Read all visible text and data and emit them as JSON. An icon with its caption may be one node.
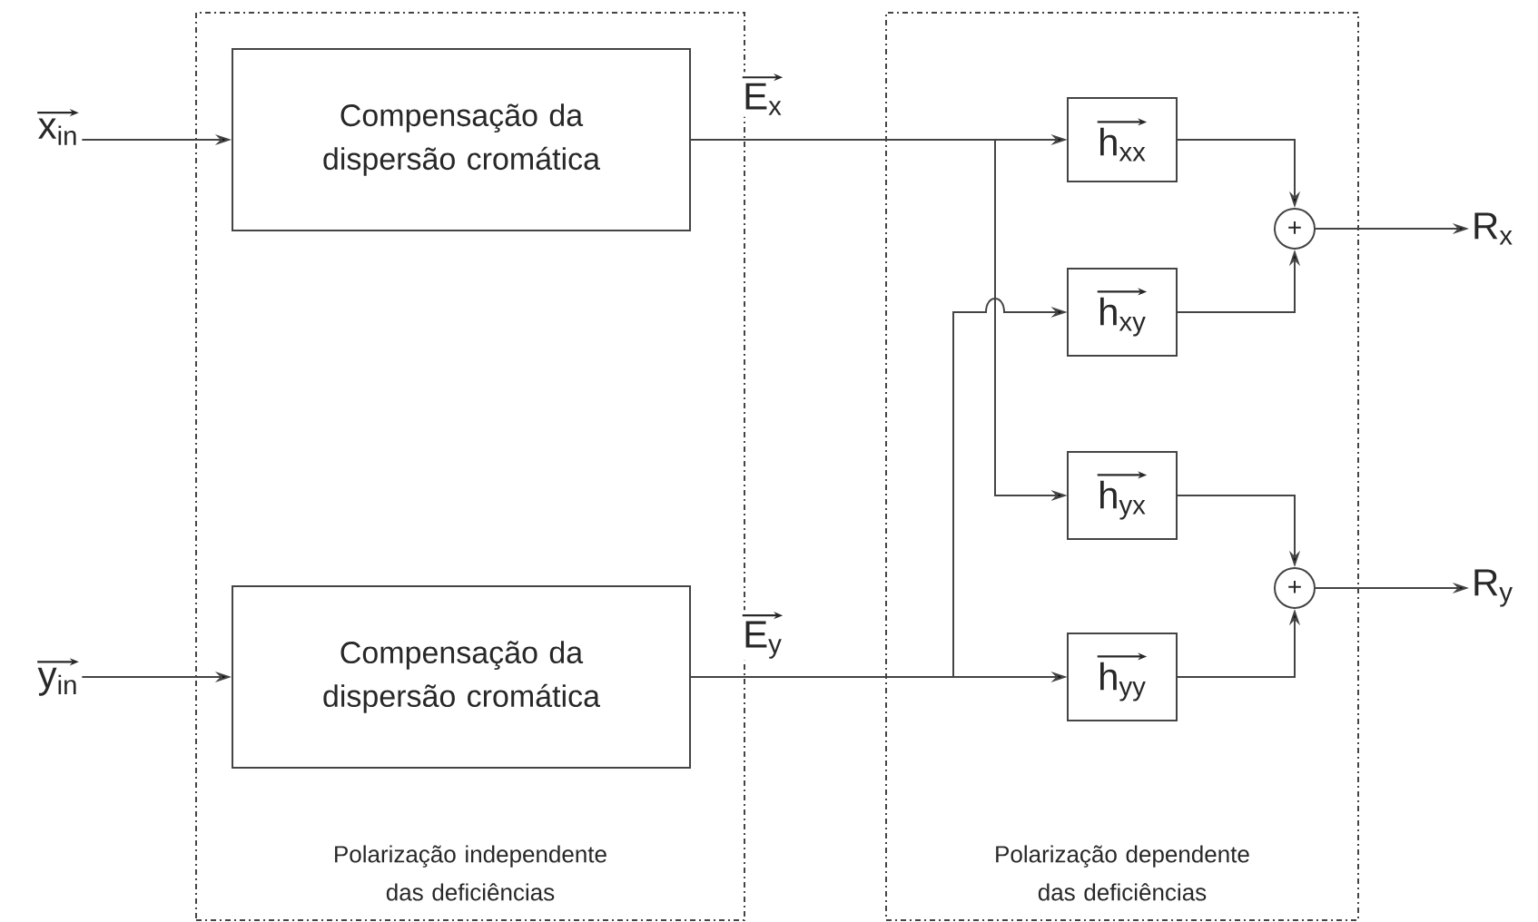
{
  "diagram": {
    "nodes": [
      {
        "text": [
          "Polarização independente das deficiências"
        ]
      },
      {
        "text": [
          "Compensação da dispersão cromática"
        ],
        "in": 0
      },
      {
        "text": [
          "Compensação da dispersão cromática"
        ],
        "in": 0
      },
      {
        "text": [
          "Polarização dependente das deficiências"
        ]
      },
      {
        "text": [
          "h$_{xx}$"
        ],
        "in": 3
      },
      {
        "text": [
          "h$_{xy}$"
        ],
        "in": 3
      },
      {
        "text": [
          "h$_{yx}$"
        ],
        "in": 3
      },
      {
        "text": [
          "h$_{yy}$"
        ],
        "in": 3
      },
      {
        "text": [
          "+"
        ],
        "in": 3
      },
      {
        "text": [
          "+"
        ],
        "in": 3
      },
      {
        "text": [
          "x$_{in}$"
        ]
      },
      {
        "text": [
          "y$_{in}$"
        ]
      },
      {
        "text": [
          "R$_{x}$"
        ]
      },
      {
        "text": [
          "R$_{y}$"
        ]
      }
    ],
    "edges": [
      {
        "from": 10,
        "to": 1,
        "arrow": "to"
      },
      {
        "from": 11,
        "to": 2,
        "arrow": "to"
      },
      {
        "from": 1,
        "to": 4,
        "arrow": "to",
        "label": "E$_{x}$"
      },
      {
        "from": 1,
        "to": 6,
        "arrow": "to"
      },
      {
        "from": 2,
        "to": 5,
        "arrow": "to"
      },
      {
        "from": 2,
        "to": 7,
        "arrow": "to",
        "label": "E$_{y}$"
      },
      {
        "from": 4,
        "to": 8,
        "arrow": "to"
      },
      {
        "from": 5,
        "to": 8,
        "arrow": "to"
      },
      {
        "from": 6,
        "to": 9,
        "arrow": "to"
      },
      {
        "from": 7,
        "to": 9,
        "arrow": "to"
      },
      {
        "from": 8,
        "to": 12,
        "arrow": "to"
      },
      {
        "from": 9,
        "to": 13,
        "arrow": "to"
      }
    ]
  }
}
